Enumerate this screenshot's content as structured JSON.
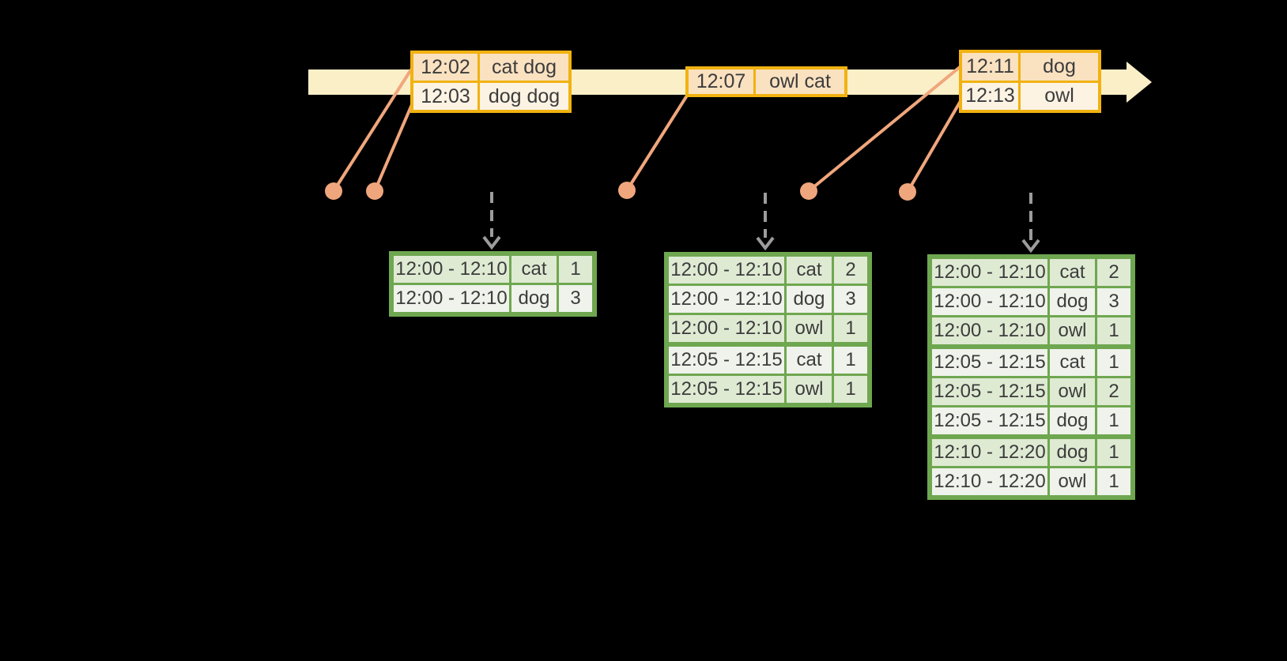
{
  "colors": {
    "background": "#000000",
    "timeline_fill": "#FBEFC8",
    "event_table_border": "#F1B211",
    "event_row_peach": "#FAE1C0",
    "event_row_cream": "#FDF3E3",
    "marker_salmon": "#F0A67C",
    "result_table_border": "#6FA750",
    "result_row_tint": "#DFEAD3",
    "result_row_light": "#EFF3EB",
    "trigger_arrow_gray": "#9C9C9C",
    "text": "#3C3C3C"
  },
  "event_tables": [
    {
      "rows": [
        {
          "time": "12:02",
          "words": "cat dog"
        },
        {
          "time": "12:03",
          "words": "dog dog"
        }
      ]
    },
    {
      "rows": [
        {
          "time": "12:07",
          "words": "owl cat"
        }
      ]
    },
    {
      "rows": [
        {
          "time": "12:11",
          "words": "dog"
        },
        {
          "time": "12:13",
          "words": "owl"
        }
      ]
    }
  ],
  "result_tables": [
    {
      "groups": [
        [
          {
            "window": "12:00 - 12:10",
            "word": "cat",
            "count": "1"
          },
          {
            "window": "12:00 - 12:10",
            "word": "dog",
            "count": "3"
          }
        ]
      ]
    },
    {
      "groups": [
        [
          {
            "window": "12:00 - 12:10",
            "word": "cat",
            "count": "2"
          },
          {
            "window": "12:00 - 12:10",
            "word": "dog",
            "count": "3"
          },
          {
            "window": "12:00 - 12:10",
            "word": "owl",
            "count": "1"
          }
        ],
        [
          {
            "window": "12:05 - 12:15",
            "word": "cat",
            "count": "1"
          },
          {
            "window": "12:05 - 12:15",
            "word": "owl",
            "count": "1"
          }
        ]
      ]
    },
    {
      "groups": [
        [
          {
            "window": "12:00 - 12:10",
            "word": "cat",
            "count": "2"
          },
          {
            "window": "12:00 - 12:10",
            "word": "dog",
            "count": "3"
          },
          {
            "window": "12:00 - 12:10",
            "word": "owl",
            "count": "1"
          }
        ],
        [
          {
            "window": "12:05 - 12:15",
            "word": "cat",
            "count": "1"
          },
          {
            "window": "12:05 - 12:15",
            "word": "owl",
            "count": "2"
          },
          {
            "window": "12:05 - 12:15",
            "word": "dog",
            "count": "1"
          }
        ],
        [
          {
            "window": "12:10 - 12:20",
            "word": "dog",
            "count": "1"
          },
          {
            "window": "12:10 - 12:20",
            "word": "owl",
            "count": "1"
          }
        ]
      ]
    }
  ]
}
